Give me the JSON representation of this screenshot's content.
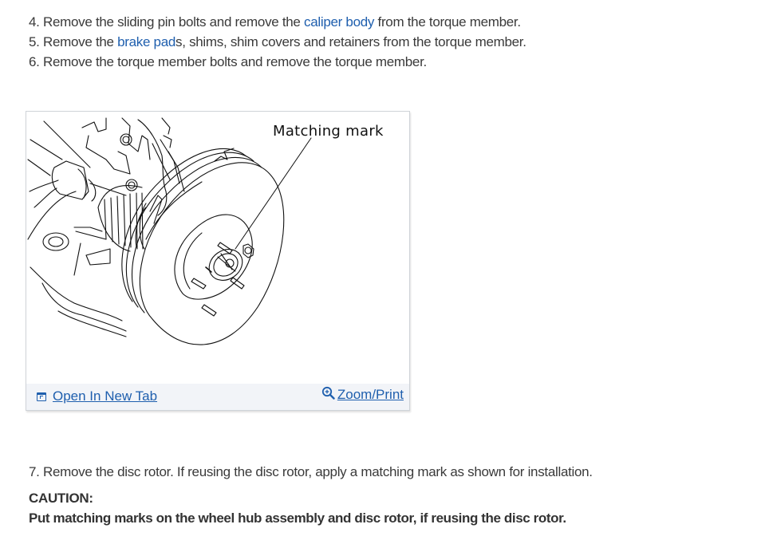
{
  "steps": [
    {
      "number": "4.",
      "before": "Remove the sliding pin bolts and remove the ",
      "link": "caliper body",
      "after": " from the torque member."
    },
    {
      "number": "5.",
      "before": "Remove the ",
      "link": "brake pad",
      "after": "s, shims, shim covers and retainers from the torque member."
    },
    {
      "number": "6.",
      "text": "Remove the torque member bolts and remove the torque member."
    }
  ],
  "figure": {
    "callout_label": "Matching mark",
    "open_in_new_tab_label": "Open In New Tab",
    "zoom_print_label": "Zoom/Print",
    "icons": {
      "open": "open-in-new-tab-icon",
      "zoom": "zoom-in-icon"
    }
  },
  "step7": {
    "number": "7.",
    "text": "Remove the disc rotor. If reusing the disc rotor, apply a matching mark as shown for installation."
  },
  "caution": {
    "title": "CAUTION:",
    "text": "Put matching marks on the wheel hub assembly and disc rotor, if reusing the disc rotor."
  },
  "colors": {
    "text": "#3a3a3a",
    "link": "#1f5fae",
    "figure_bar": "#f2f4f8",
    "figure_border": "#cfd3d8"
  }
}
